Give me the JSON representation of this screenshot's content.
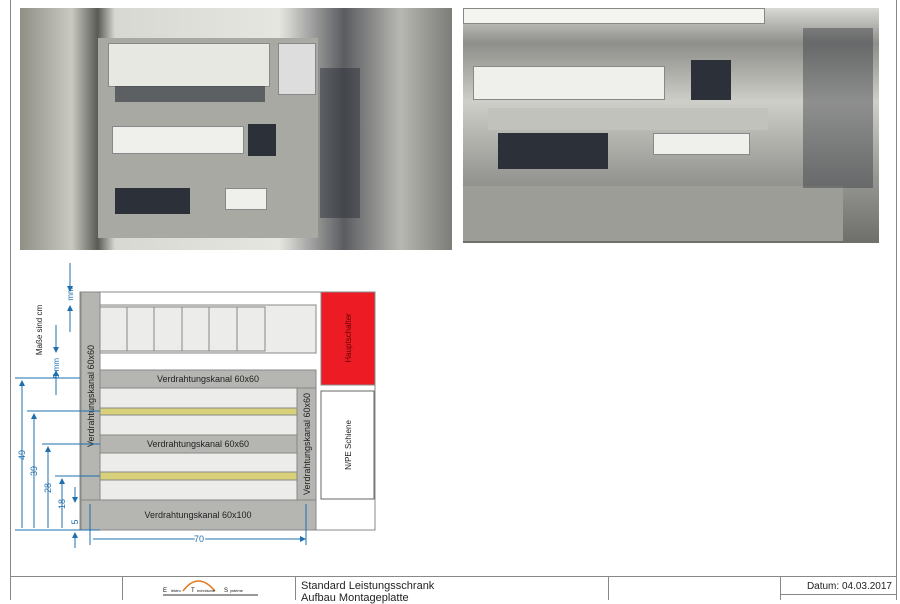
{
  "drawing": {
    "units_note": "Maße sind cm",
    "top_margin_label": "mm",
    "gap_label": "5 mm",
    "channels": {
      "left_vertical": "Verdrahtungskanal 60x60",
      "top_horizontal": "Verdrahtungskanal 60x60",
      "middle_horizontal": "Verdrahtungskanal 60x60",
      "right_vertical": "Verdrahtungskanal 60x60",
      "bottom": "Verdrahtungskanal 60x100"
    },
    "main_switch": "Hauptschalter",
    "npe_rail": "N/PE Schiene",
    "dimensions": [
      "49",
      "39",
      "28",
      "18",
      "5"
    ],
    "width_dim": "70",
    "colors": {
      "main_switch": "#ed1c24",
      "rail": "#d9d07a",
      "dimension": "#1f6fae"
    }
  },
  "footer": {
    "logo_text": "Elektro Technische Systeme",
    "title_line1": "Standard Leistungsschrank",
    "title_line2": "Aufbau Montageplatte",
    "date": "Datum: 04.03.2017"
  }
}
